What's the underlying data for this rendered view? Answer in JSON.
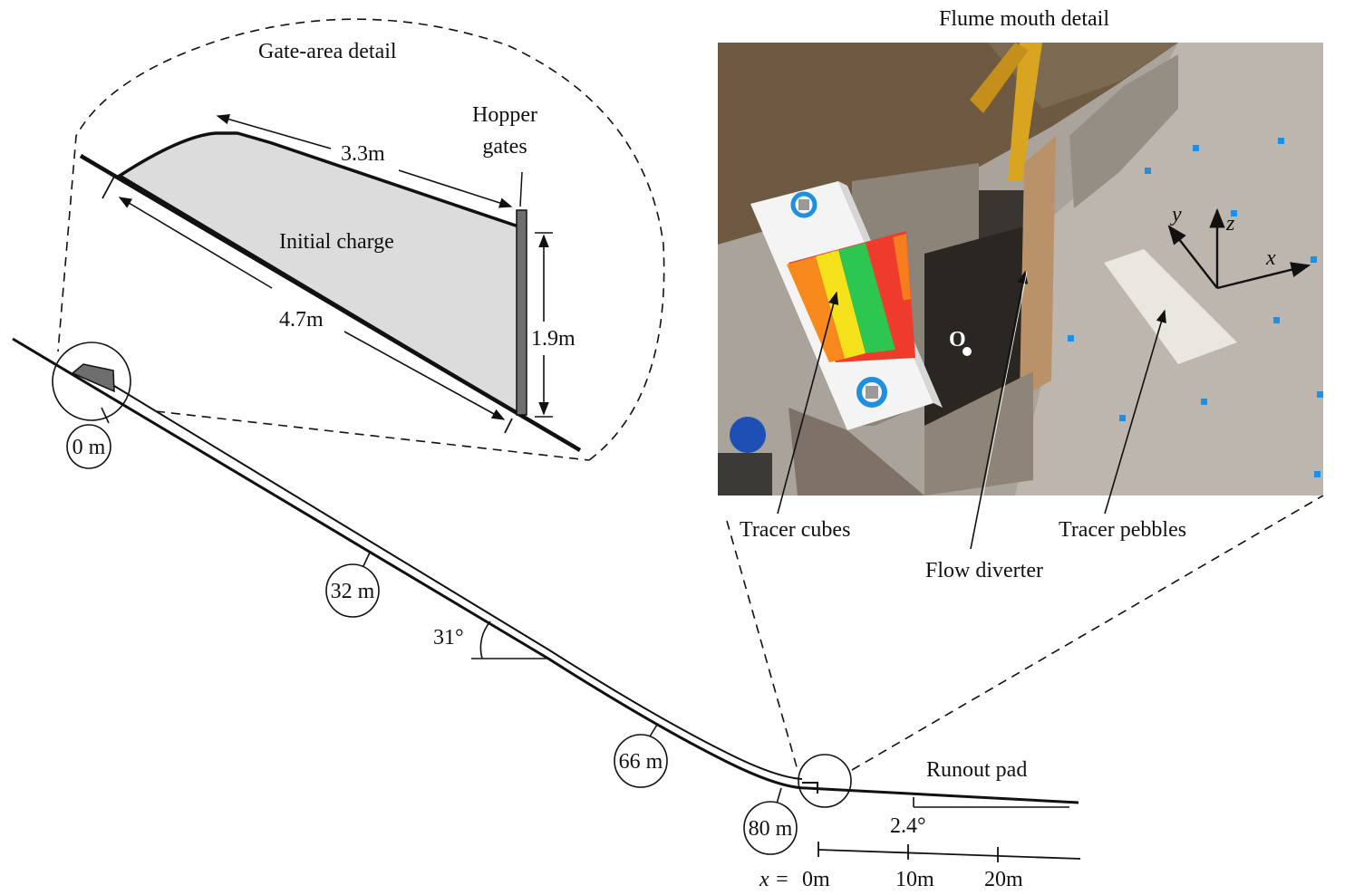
{
  "figure": {
    "gate_title": "Gate-area detail",
    "flume_title": "Flume mouth detail",
    "hopper_line1": "Hopper",
    "hopper_line2": "gates",
    "initial_charge": "Initial charge",
    "dim_top": "3.3m",
    "dim_slope": "4.7m",
    "dim_height": "1.9m",
    "station_0": "0 m",
    "station_32": "32 m",
    "station_66": "66 m",
    "station_80": "80 m",
    "angle_slope": "31°",
    "angle_runout": "2.4°",
    "runout_pad": "Runout pad",
    "tracer_cubes": "Tracer cubes",
    "flow_diverter": "Flow diverter",
    "tracer_pebbles": "Tracer pebbles",
    "origin_label": "O",
    "axis_x": "x",
    "axis_y": "y",
    "axis_z": "z",
    "scale_prefix": "x =",
    "scale_0": "0m",
    "scale_10": "10m",
    "scale_20": "20m"
  },
  "colors": {
    "charge_fill": "#dcdcdc",
    "gate_fill": "#6e6e6e",
    "ink": "#111111",
    "concrete": "#a9a39b",
    "soil": "#6e5a43",
    "excavator": "#d9a521",
    "marker_blue": "#1f8fe0",
    "tracer_red": "#ee3b2c",
    "tracer_orange": "#f7891d",
    "tracer_yellow": "#f5e21a",
    "tracer_green": "#2cc650"
  }
}
